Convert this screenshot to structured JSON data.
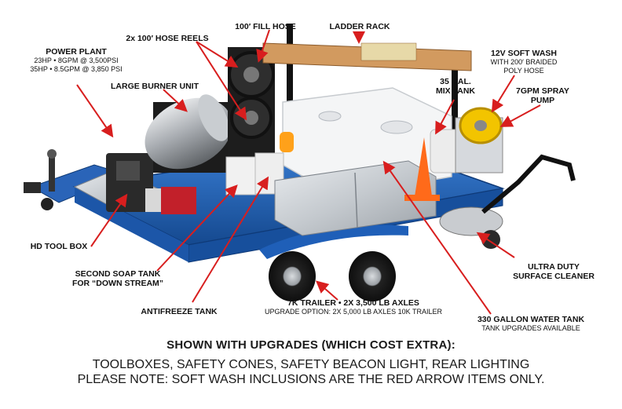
{
  "labels": {
    "power_plant": {
      "title": "POWER PLANT",
      "line1": "23HP • 8GPM @ 3,500PSI",
      "line2": "35HP • 8.5GPM @ 3,850 PSI"
    },
    "hose_reels": "2x 100′ HOSE REELS",
    "fill_hose": "100′ FILL HOSE",
    "ladder_rack": "LADDER RACK",
    "soft_wash": {
      "title": "12V SOFT WASH",
      "line1": "WITH 200′ BRAIDED",
      "line2": "POLY HOSE"
    },
    "mix_tank": {
      "line1": "35 GAL.",
      "line2": "MIX TANK"
    },
    "spray_pump": {
      "line1": "7GPM SPRAY",
      "line2": "PUMP"
    },
    "burner": "LARGE BURNER UNIT",
    "tool_box": "HD TOOL BOX",
    "surface_cleaner": {
      "line1": "ULTRA DUTY",
      "line2": "SURFACE CLEANER"
    },
    "soap_tank": {
      "line1": "SECOND SOAP TANK",
      "line2": "FOR “DOWN STREAM”"
    },
    "antifreeze": "ANTIFREEZE TANK",
    "trailer": {
      "title": "7K TRAILER • 2X 3,500 LB AXLES",
      "sub": "UPGRADE OPTION: 2X 5,000 LB AXLES 10K TRAILER"
    },
    "water_tank": {
      "title": "330 GALLON WATER TANK",
      "sub": "TANK UPGRADES AVAILABLE"
    }
  },
  "footer": {
    "heading": "SHOWN WITH UPGRADES (WHICH COST EXTRA):",
    "line1": "TOOLBOXES, SAFETY CONES, SAFETY BEACON LIGHT, REAR LIGHTING",
    "line2": "PLEASE NOTE: SOFT WASH INCLUSIONS ARE THE RED ARROW ITEMS ONLY."
  },
  "colors": {
    "trailer_blue": "#1f5fb8",
    "arrow_red": "#d81e1e",
    "hose_yellow": "#f2c400",
    "cone_orange": "#ff6a1a",
    "burner_steel": "#a9adb2"
  }
}
